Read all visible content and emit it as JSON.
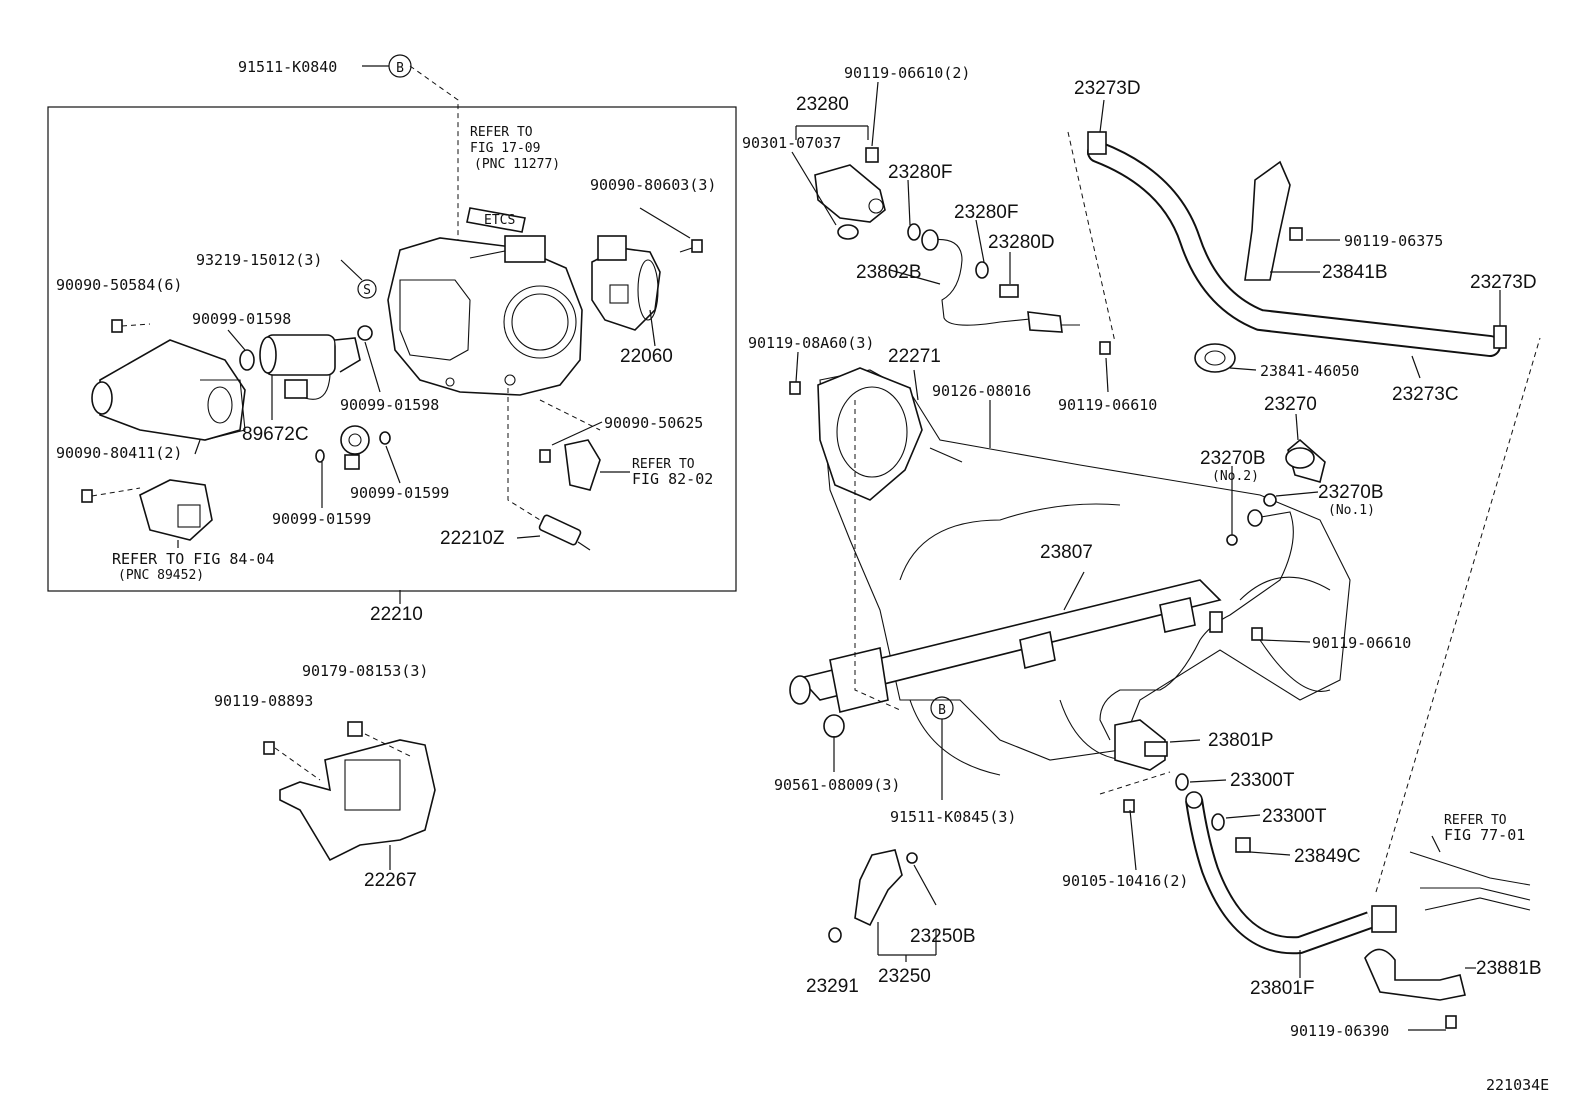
{
  "diagram": {
    "labels": {
      "l91511k0840": "91511-K0840",
      "refer1709_a": "REFER TO",
      "refer1709_b": "FIG 17-09",
      "refer1709_c": "(PNC 11277)",
      "l9009080603": "90090-80603(3)",
      "l9321915012": "93219-15012(3)",
      "l9009050584": "90090-50584(6)",
      "l9009901598a": "90099-01598",
      "l22060": "22060",
      "l9009901598b": "90099-01598",
      "l89672c": "89672C",
      "l9009050625": "90090-50625",
      "l9009080411": "90090-80411(2)",
      "refer8202_a": "REFER TO",
      "refer8202_b": "FIG 82-02",
      "l9009901599a": "90099-01599",
      "l9009901599b": "90099-01599",
      "l22210z": "22210Z",
      "refer8404_a": "REFER TO FIG 84-04",
      "refer8404_b": "(PNC 89452)",
      "l22210": "22210",
      "l9017908153": "90179-08153(3)",
      "l9011908893": "90119-08893",
      "l22267": "22267",
      "l9011906610a": "90119-06610(2)",
      "l23280": "23280",
      "l9030107037": "90301-07037",
      "l23280fa": "23280F",
      "l23280fb": "23280F",
      "l23280d": "23280D",
      "l23802b": "23802B",
      "l90119086a60": "90119-08A60(3)",
      "l22271": "22271",
      "l9012608016": "90126-08016",
      "l9011906610b": "90119-06610",
      "l23273da": "23273D",
      "l9011906375": "90119-06375",
      "l23841b": "23841B",
      "l23273db": "23273D",
      "l2384146050": "23841-46050",
      "l23273c": "23273C",
      "l23270": "23270",
      "l23270b2": "23270B",
      "l23270b2n": "(No.2)",
      "l23270b1": "23270B",
      "l23270b1n": "(No.1)",
      "l23807": "23807",
      "l9011906610c": "90119-06610",
      "l23801p": "23801P",
      "l23300ta": "23300T",
      "l23300tb": "23300T",
      "l23849c": "23849C",
      "l9056108009": "90561-08009(3)",
      "l91511k0845": "91511-K0845(3)",
      "l9010510416": "90105-10416(2)",
      "refer7701_a": "REFER TO",
      "refer7701_b": "FIG 77-01",
      "l23881b": "23881B",
      "l23250b": "23250B",
      "l23291": "23291",
      "l23250": "23250",
      "l23801f": "23801F",
      "l9011906390": "90119-06390",
      "callout_b": "B",
      "callout_s": "S",
      "callout_b2": "B",
      "fig_code": "221034E"
    }
  }
}
